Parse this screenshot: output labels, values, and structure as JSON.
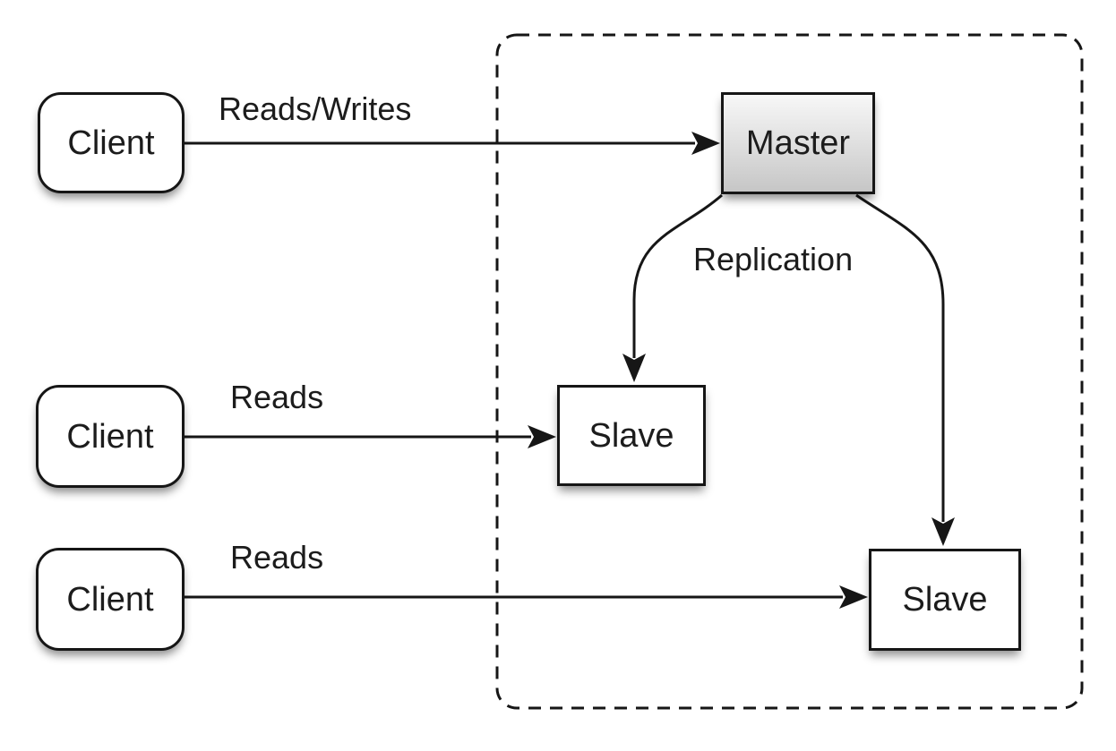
{
  "diagram": {
    "type": "architecture-diagram",
    "topic": "database master-slave replication",
    "colors": {
      "background": "#ffffff",
      "stroke": "#161616",
      "node_fill": "#ffffff",
      "master_fill_top": "#f7f7f7",
      "master_fill_bottom": "#c6c6c6",
      "text": "#1c1c1c"
    },
    "container": {
      "style": "dashed-rounded-rectangle",
      "contains": [
        "Master",
        "Slave",
        "Slave"
      ]
    },
    "nodes": [
      {
        "id": "client-1",
        "label": "Client",
        "shape": "rounded-rectangle"
      },
      {
        "id": "client-2",
        "label": "Client",
        "shape": "rounded-rectangle"
      },
      {
        "id": "client-3",
        "label": "Client",
        "shape": "rounded-rectangle"
      },
      {
        "id": "master",
        "label": "Master",
        "shape": "rectangle-gradient"
      },
      {
        "id": "slave-1",
        "label": "Slave",
        "shape": "rectangle"
      },
      {
        "id": "slave-2",
        "label": "Slave",
        "shape": "rectangle"
      }
    ],
    "edges": [
      {
        "id": "client1-to-master",
        "from": "client-1",
        "to": "master",
        "label": "Reads/Writes",
        "style": "straight-arrow"
      },
      {
        "id": "client2-to-slave1",
        "from": "client-2",
        "to": "slave-1",
        "label": "Reads",
        "style": "straight-arrow"
      },
      {
        "id": "client3-to-slave2",
        "from": "client-3",
        "to": "slave-2",
        "label": "Reads",
        "style": "straight-arrow"
      },
      {
        "id": "master-to-slave1",
        "from": "master",
        "to": "slave-1",
        "label": "Replication",
        "style": "curved-arrow"
      },
      {
        "id": "master-to-slave2",
        "from": "master",
        "to": "slave-2",
        "label": "",
        "style": "curved-arrow"
      }
    ]
  }
}
